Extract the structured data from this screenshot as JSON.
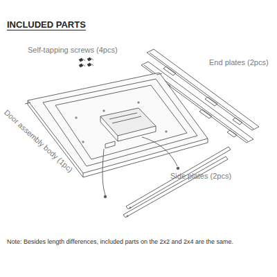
{
  "diagram": {
    "title": "INCLUDED PARTS",
    "labels": [
      "Self-tapping screws (4pcs)",
      "End plates (2pcs)",
      "Door assembly body (1pc)",
      "Side plates (2pcs)",
      "Note: Besides length differences, included parts on the 2x2 and 2x4 are the same."
    ]
  }
}
